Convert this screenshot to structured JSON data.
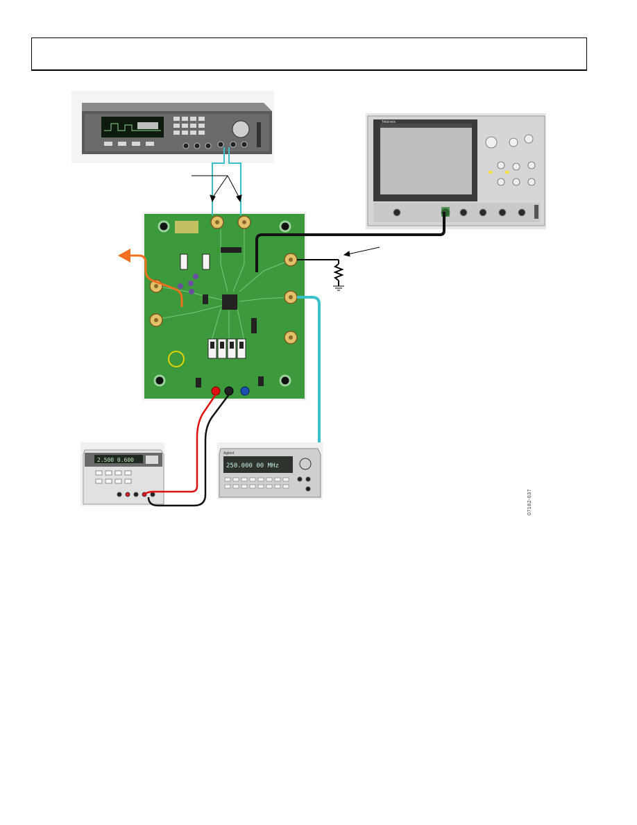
{
  "header": {
    "title": ""
  },
  "figure_id": "07182-037",
  "instruments": {
    "pulse_generator": {
      "display_text": ""
    },
    "oscilloscope": {
      "brand": "Tektronix"
    },
    "power_supply": {
      "display_text": "2.500  0.600"
    },
    "signal_generator": {
      "brand": "Agilent",
      "display_text": "250.000 00 MHz"
    }
  },
  "colors": {
    "board": "#3c9a3c",
    "cable_cyan": "#3cc0c8",
    "cable_black": "#111111",
    "cable_red": "#e01010",
    "arrow_orange": "#f07020"
  }
}
